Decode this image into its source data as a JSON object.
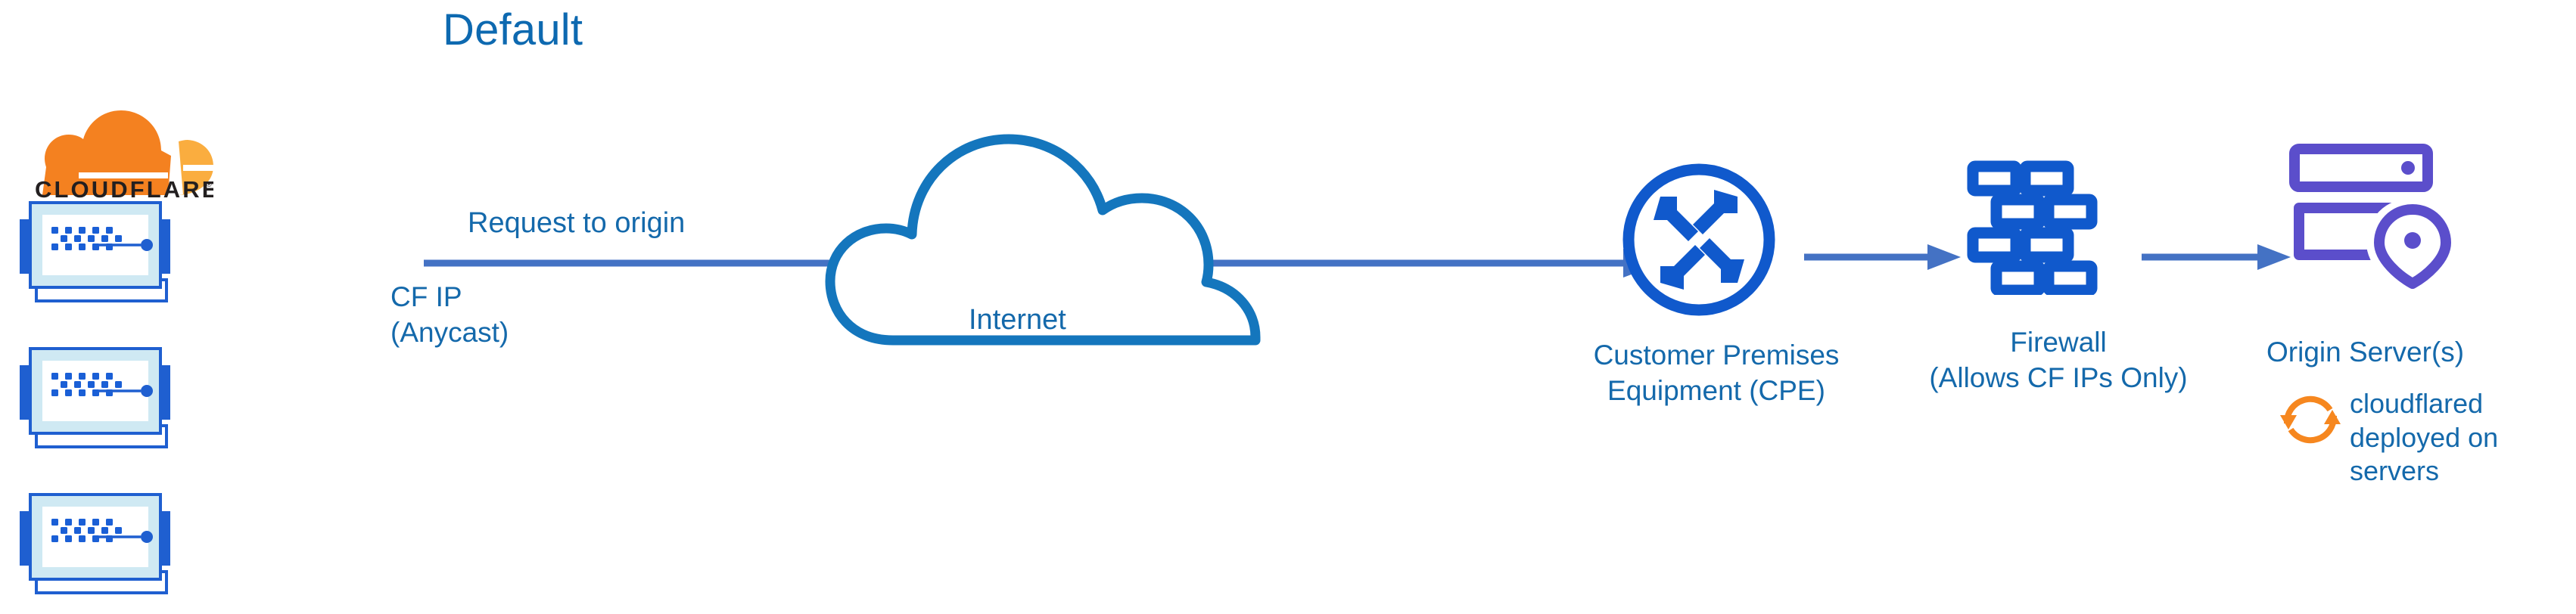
{
  "title": "Default",
  "brand": {
    "wordmark": "CLOUDFLARE",
    "registered_mark": "®",
    "logo_orange_dark": "#f48120",
    "logo_orange_light": "#faad3f",
    "wordmark_color": "#231f20"
  },
  "colors": {
    "title_blue": "#0d69b0",
    "label_blue": "#1469ab",
    "icon_blue": "#1059cc",
    "cloud_blue": "#1476bd",
    "arrow_blue": "#4472c4",
    "origin_purple": "#5b4ecb",
    "server_frame": "#1f5fd0",
    "server_panel": "#cfe9f3",
    "server_led": "#1a5fd6"
  },
  "nodes": {
    "edge": {
      "label": "CF IP\n(Anycast)",
      "icon": "cloudflare-logo",
      "servers": [
        {
          "name": "server-unit-1",
          "led_rows": 3,
          "led_cols": 6
        },
        {
          "name": "server-unit-2",
          "led_rows": 3,
          "led_cols": 6
        },
        {
          "name": "server-unit-3",
          "led_rows": 3,
          "led_cols": 6
        }
      ]
    },
    "internet": {
      "label": "Internet",
      "icon": "cloud-icon"
    },
    "cpe": {
      "label": "Customer Premises\nEquipment (CPE)",
      "icon": "router-icon"
    },
    "firewall": {
      "label": "Firewall\n(Allows CF IPs Only)",
      "icon": "brick-wall-icon"
    },
    "origin": {
      "label": "Origin Server(s)",
      "icon": "server-location-icon",
      "note": "cloudflared\ndeployed on\nservers",
      "note_icon": "sync-arrows-icon"
    }
  },
  "flows": [
    {
      "name": "request-to-origin",
      "label": "Request to origin",
      "from": "edge",
      "to": "cpe"
    },
    {
      "name": "cpe-to-firewall",
      "label": "",
      "from": "cpe",
      "to": "firewall"
    },
    {
      "name": "firewall-to-origin",
      "label": "",
      "from": "firewall",
      "to": "origin"
    }
  ]
}
